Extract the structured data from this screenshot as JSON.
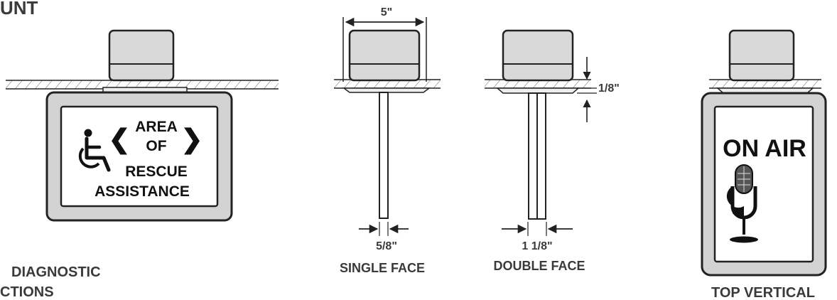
{
  "header": {
    "title_fragment": "UNT"
  },
  "bottom_left": {
    "line1": "DIAGNOSTIC",
    "line2": "CTIONS"
  },
  "rescue_sign": {
    "line1": "AREA",
    "line2": "OF",
    "line3": "RESCUE",
    "line4": "ASSISTANCE",
    "left_arrow": "❮",
    "right_arrow": "❯",
    "symbol": "wheelchair-icon"
  },
  "single_face": {
    "caption": "SINGLE FACE",
    "width_dim": "5\"",
    "stem_dim": "5/8\""
  },
  "double_face": {
    "caption": "DOUBLE FACE",
    "plate_dim": "1/8\"",
    "stem_dim": "1 1/8\""
  },
  "top_vertical": {
    "caption": "TOP VERTICAL",
    "sign_text": "ON AIR",
    "symbol": "microphone-icon"
  },
  "colors": {
    "housing": "#d9d9d9",
    "frame": "#d3d3d3",
    "ink": "#222222"
  }
}
